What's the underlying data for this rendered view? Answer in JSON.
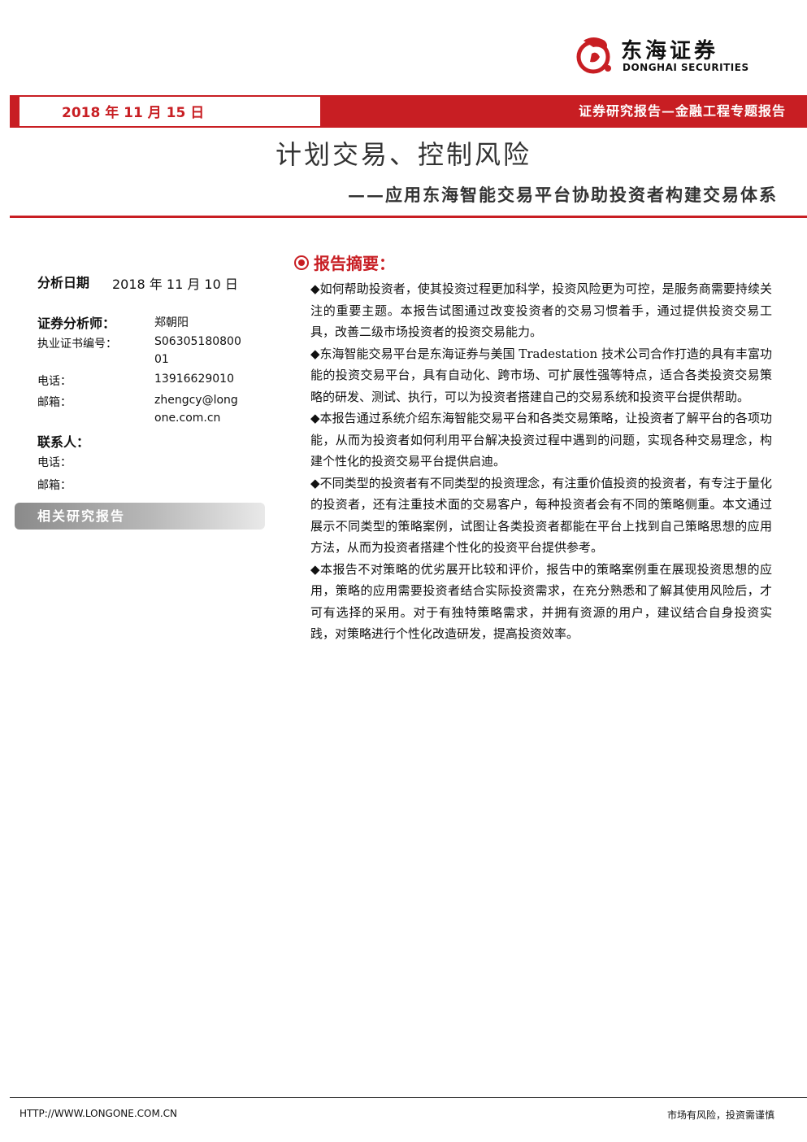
{
  "brand": {
    "name_cn": "东海证券",
    "name_en": "DONGHAI SECURITIES",
    "accent": "#c81e23"
  },
  "header": {
    "date": "2018 年 11 月 15 日",
    "report_type": "证券研究报告—金融工程专题报告"
  },
  "title": "计划交易、控制风险",
  "subtitle": "——应用东海智能交易平台协助投资者构建交易体系",
  "sidebar": {
    "analysis_date_label": "分析日期",
    "analysis_date": "2018 年 11 月 10 日",
    "analyst_label": "证券分析师：",
    "analyst_name": "郑朝阳",
    "cert_label": "执业证书编号：",
    "cert_line1": "S06305180800",
    "cert_line2": "01",
    "phone_label": "电话：",
    "phone": "13916629010",
    "email_label": "邮箱：",
    "email_line1": "zhengcy@long",
    "email_line2": "one.com.cn",
    "contact_label": "联系人：",
    "contact_phone_label": "电话：",
    "contact_email_label": "邮箱：",
    "related_reports": "相关研究报告"
  },
  "summary": {
    "heading": "报告摘要：",
    "paragraphs": [
      "◆如何帮助投资者，使其投资过程更加科学，投资风险更为可控，是服务商需要持续关注的重要主题。本报告试图通过改变投资者的交易习惯着手，通过提供投资交易工具，改善二级市场投资者的投资交易能力。",
      "◆东海智能交易平台是东海证券与美国 Tradestation 技术公司合作打造的具有丰富功能的投资交易平台，具有自动化、跨市场、可扩展性强等特点，适合各类投资交易策略的研发、测试、执行，可以为投资者搭建自己的交易系统和投资平台提供帮助。",
      "◆本报告通过系统介绍东海智能交易平台和各类交易策略，让投资者了解平台的各项功能，从而为投资者如何利用平台解决投资过程中遇到的问题，实现各种交易理念，构建个性化的投资交易平台提供启迪。",
      "◆不同类型的投资者有不同类型的投资理念，有注重价值投资的投资者，有专注于量化的投资者，还有注重技术面的交易客户，每种投资者会有不同的策略侧重。本文通过展示不同类型的策略案例，试图让各类投资者都能在平台上找到自己策略思想的应用方法，从而为投资者搭建个性化的投资平台提供参考。",
      "◆本报告不对策略的优劣展开比较和评价，报告中的策略案例重在展现投资思想的应用，策略的应用需要投资者结合实际投资需求，在充分熟悉和了解其使用风险后，才可有选择的采用。对于有独特策略需求，并拥有资源的用户，建议结合自身投资实践，对策略进行个性化改造研发，提高投资效率。"
    ]
  },
  "footer": {
    "url": "HTTP://WWW.LONGONE.COM.CN",
    "disclaimer": "市场有风险，投资需谨慎"
  }
}
